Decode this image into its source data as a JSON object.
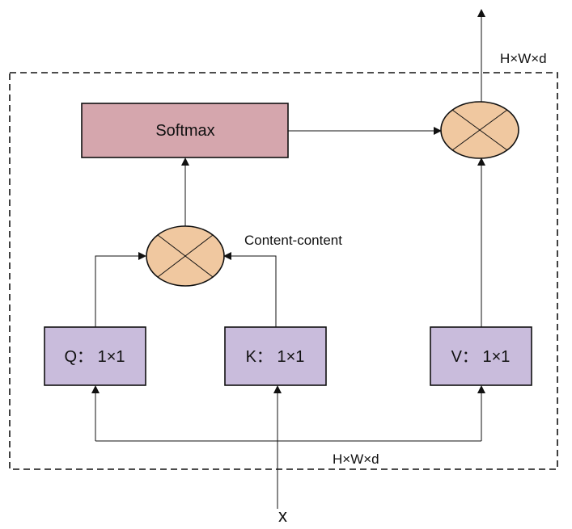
{
  "softmax": {
    "label": "Softmax",
    "fill": "#d5a6ad"
  },
  "q_block": {
    "label": "Q： 1×1",
    "fill": "#c9bcdc"
  },
  "k_block": {
    "label": "K： 1×1",
    "fill": "#c9bcdc"
  },
  "v_block": {
    "label": "V： 1×1",
    "fill": "#c9bcdc"
  },
  "multiply_node_color": "#f0c8a0",
  "content_label": "Content-content",
  "input_label": "x",
  "top_dim_label": "H×W×d",
  "bottom_dim_label": "H×W×d"
}
